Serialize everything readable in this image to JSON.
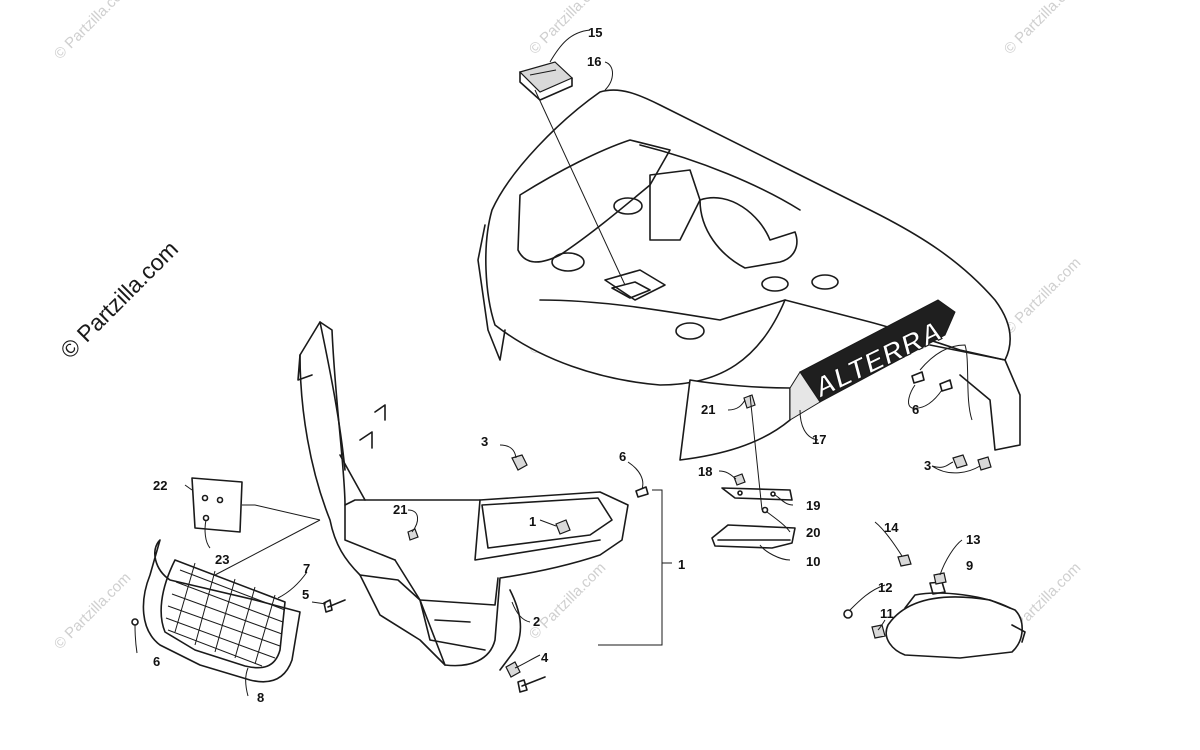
{
  "watermark": {
    "main": "© Partzilla.com",
    "small": "© Partzilla.com"
  },
  "brand_decal_text": "ALTERRA",
  "callouts": {
    "c1a": "1",
    "c1b": "1",
    "c2": "2",
    "c3a": "3",
    "c3b": "3",
    "c4": "4",
    "c5": "5",
    "c6a": "6",
    "c6b": "6",
    "c6c": "6",
    "c7": "7",
    "c8": "8",
    "c9": "9",
    "c10": "10",
    "c11": "11",
    "c12": "12",
    "c13": "13",
    "c14": "14",
    "c15": "15",
    "c16": "16",
    "c17": "17",
    "c18": "18",
    "c19": "19",
    "c20": "20",
    "c21a": "21",
    "c21b": "21",
    "c22": "22",
    "c23": "23"
  },
  "colors": {
    "line": "#1a1a1a",
    "watermark": "#cfcfcf",
    "decal_dark": "#1f1f1f"
  }
}
